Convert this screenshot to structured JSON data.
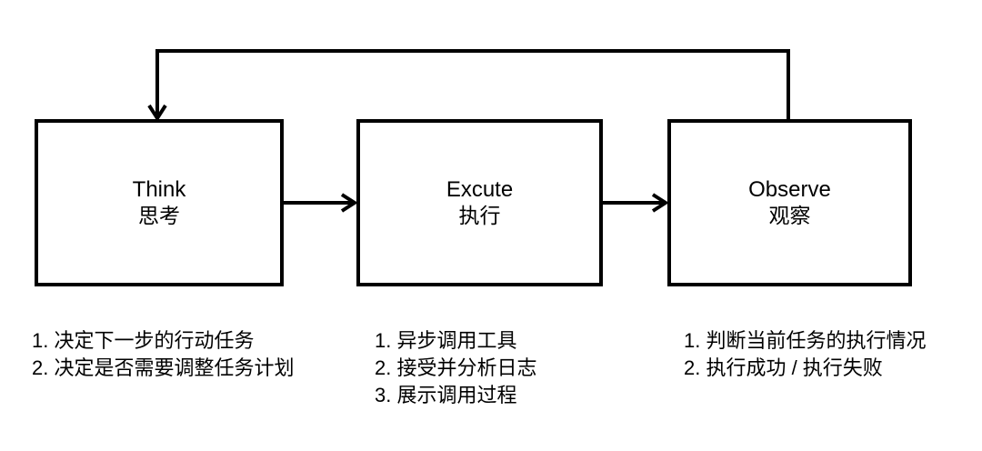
{
  "diagram": {
    "background_color": "#ffffff",
    "line_color": "#000000",
    "text_color": "#000000",
    "boxes": [
      {
        "id": "think",
        "title": "Think",
        "subtitle": "思考"
      },
      {
        "id": "execute",
        "title": "Excute",
        "subtitle": "执行"
      },
      {
        "id": "observe",
        "title": "Observe",
        "subtitle": "观察"
      }
    ],
    "connections": [
      {
        "from": "think",
        "to": "execute",
        "type": "arrow-right"
      },
      {
        "from": "execute",
        "to": "observe",
        "type": "arrow-right"
      },
      {
        "from": "observe",
        "to": "think",
        "type": "feedback-loop-top"
      }
    ],
    "notes": {
      "think": {
        "items": [
          "1. 决定下一步的行动任务",
          "2. 决定是否需要调整任务计划"
        ]
      },
      "execute": {
        "items": [
          "1. 异步调用工具",
          "2. 接受并分析日志",
          "3. 展示调用过程"
        ]
      },
      "observe": {
        "items": [
          "1. 判断当前任务的执行情况",
          "2. 执行成功 / 执行失败"
        ]
      }
    }
  }
}
